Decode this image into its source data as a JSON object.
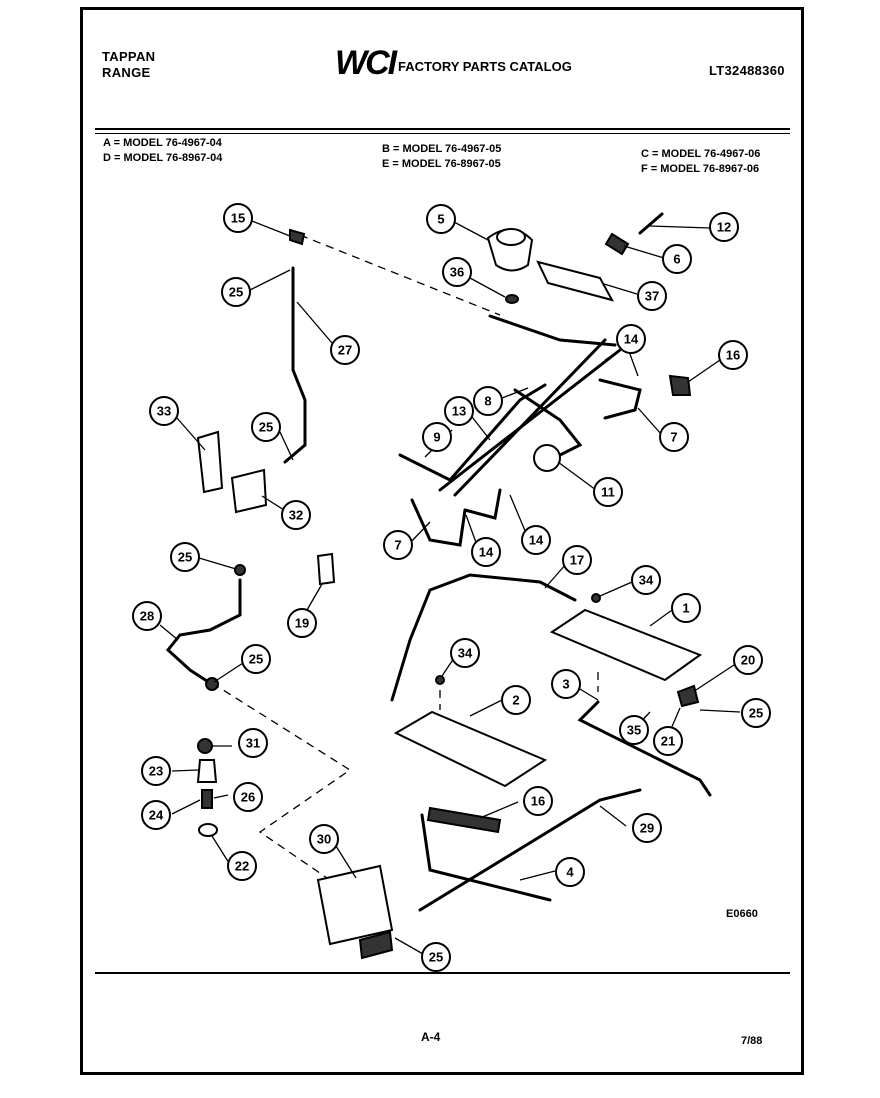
{
  "header": {
    "brand_line1": "TAPPAN",
    "brand_line2": "RANGE",
    "logo": "WCI",
    "catalog_title": "FACTORY PARTS CATALOG",
    "catalog_number": "LT32488360"
  },
  "models": {
    "a": "A = MODEL 76-4967-04",
    "d": "D = MODEL 76-8967-04",
    "b": "B = MODEL 76-4967-05",
    "e": "E = MODEL 76-8967-05",
    "c": "C = MODEL 76-4967-06",
    "f": "F = MODEL 76-8967-06"
  },
  "callouts": {
    "c1": "1",
    "c2": "2",
    "c3": "3",
    "c4": "4",
    "c5": "5",
    "c6": "6",
    "c7a": "7",
    "c7b": "7",
    "c8": "8",
    "c9": "9",
    "c11": "11",
    "c12": "12",
    "c13": "13",
    "c14a": "14",
    "c14b": "14",
    "c14c": "14",
    "c15": "15",
    "c16a": "16",
    "c16b": "16",
    "c17": "17",
    "c19": "19",
    "c20": "20",
    "c21": "21",
    "c22": "22",
    "c23": "23",
    "c24": "24",
    "c25a": "25",
    "c25b": "25",
    "c25c": "25",
    "c25d": "25",
    "c25e": "25",
    "c25f": "25",
    "c26": "26",
    "c27": "27",
    "c28": "28",
    "c29": "29",
    "c30": "30",
    "c31": "31",
    "c32": "32",
    "c33": "33",
    "c34a": "34",
    "c34b": "34",
    "c35": "35",
    "c36": "36",
    "c37": "37"
  },
  "figure_code": "E0660",
  "footer": {
    "page": "A-4",
    "date": "7/88"
  }
}
